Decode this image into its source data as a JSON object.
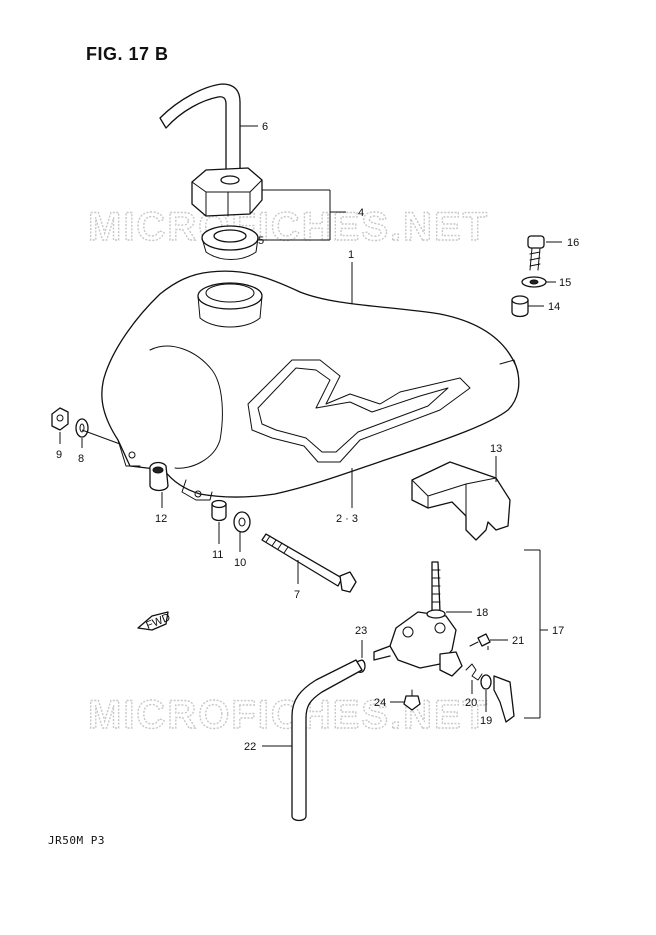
{
  "figure": {
    "title": "FIG. 17 B",
    "code": "JR50M P3",
    "watermark": "MICROFICHES.NET",
    "fwd_label": "FWD"
  },
  "callouts": [
    {
      "id": "6",
      "text": "6"
    },
    {
      "id": "4",
      "text": "4"
    },
    {
      "id": "5",
      "text": "5"
    },
    {
      "id": "1",
      "text": "1"
    },
    {
      "id": "16",
      "text": "16"
    },
    {
      "id": "15",
      "text": "15"
    },
    {
      "id": "14",
      "text": "14"
    },
    {
      "id": "9",
      "text": "9"
    },
    {
      "id": "8",
      "text": "8"
    },
    {
      "id": "12",
      "text": "12"
    },
    {
      "id": "23a",
      "text": "2 · 3"
    },
    {
      "id": "13",
      "text": "13"
    },
    {
      "id": "11",
      "text": "11"
    },
    {
      "id": "10",
      "text": "10"
    },
    {
      "id": "7",
      "text": "7"
    },
    {
      "id": "18",
      "text": "18"
    },
    {
      "id": "17",
      "text": "17"
    },
    {
      "id": "23",
      "text": "23"
    },
    {
      "id": "21",
      "text": "21"
    },
    {
      "id": "24",
      "text": "24"
    },
    {
      "id": "20",
      "text": "20"
    },
    {
      "id": "19",
      "text": "19"
    },
    {
      "id": "22",
      "text": "22"
    }
  ]
}
